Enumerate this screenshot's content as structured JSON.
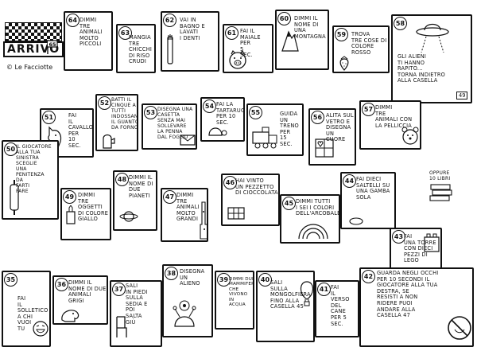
{
  "header": {
    "finish_label": "ARRIVO",
    "finish_flag_number": "65",
    "credit": "© Le Facciotte"
  },
  "squares": [
    {
      "id": "64",
      "text": "Dimmi\ntre\nanimali molto\npiccoli"
    },
    {
      "id": "63",
      "text": "Mangia\ntre\nchicchi\ndi riso\ncrudi"
    },
    {
      "id": "62",
      "text": "Vai in\nbagno e\nlavati\ni denti"
    },
    {
      "id": "61",
      "text": "Fai il\nmaiale\nper\n5\nsec."
    },
    {
      "id": "60",
      "text": "Dimmi il\nnome di\nuna\nmontagna"
    },
    {
      "id": "59",
      "text": "Trova\ntre cose di\ncolore\nrosso"
    },
    {
      "id": "58",
      "text": "Gli alieni\nti hanno\nrapito...\ntorna indietro\nalla casella",
      "target": "49"
    },
    {
      "id": "51",
      "text": "Fai\nil\ncavallo\nper\n10\nsec."
    },
    {
      "id": "52",
      "text": "Batti il\ncinque a\ntutti\nindossando\nil guanto\nda forno"
    },
    {
      "id": "53",
      "text": "Disegna una\ncasetta\nsenza mai\nsollevare\nla penna\ndal foglio"
    },
    {
      "id": "54",
      "text": "Fai la\ntartaruga\nper 10 sec."
    },
    {
      "id": "55",
      "text": "Guida\nun\ntreno\nper\n15\nsec."
    },
    {
      "id": "56",
      "text": "Alita sul\nvetro e\ndisegna\nun\ncuore"
    },
    {
      "id": "57",
      "text": "Dimmi\ntre\nanimali con\nla pelliccia"
    },
    {
      "id": "50",
      "text": "Il giocatore\nalla tua\nsinistra\nsceglie\nuna\npenitenza\nda\nfarti\nfare"
    },
    {
      "id": "49",
      "text": "Dimmi\ntre\noggetti\ndi colore\ngiallo"
    },
    {
      "id": "48",
      "text": "Dimmi il\nnome di\ndue\npianeti"
    },
    {
      "id": "47",
      "text": "Dimmi\ntre\nanimali\nmolto\ngrandi"
    },
    {
      "id": "46",
      "text": "Hai vinto\nun pezzetto\ndi cioccolata"
    },
    {
      "id": "45",
      "text": "Dimmi tutti\ni sei i colori\ndell'arcobaleno"
    },
    {
      "id": "44",
      "text": "Fai dieci\nsaltelli su\nuna gamba\nsola"
    },
    {
      "id": "43",
      "text": "Fai\nuna torre\ncon dieci\npezzi di lego"
    },
    {
      "id": "35",
      "text": "Fai\nil\nsolletico\na chi\nvuoi\ntu"
    },
    {
      "id": "36",
      "text": "Dimmi il\nnome di due\nanimali\ngrigi"
    },
    {
      "id": "37",
      "text": "Sali\nin piedi sulla\nsedia e\npoi\nsalta\ngiù"
    },
    {
      "id": "38",
      "text": "Disegna\nun\nalieno"
    },
    {
      "id": "39",
      "text": "Dimmi due\nmammiferi\nche\nvivono\nin\nacqua"
    },
    {
      "id": "40",
      "text": "Sali\nsulla\nmongolfiera\nfino alla\ncasella 45"
    },
    {
      "id": "41",
      "text": "Fai\nil\nverso\ndel\ncane\nper 5 sec."
    },
    {
      "id": "42",
      "text": "Guarda negli occhi\nper 10 secondi il\ngiocatore alla tua\ndestra, se\nresisti a non\nridere puoi\nandare alla\ncasella 47"
    }
  ],
  "extra": {
    "books_label": "oppure\n10 libri"
  }
}
